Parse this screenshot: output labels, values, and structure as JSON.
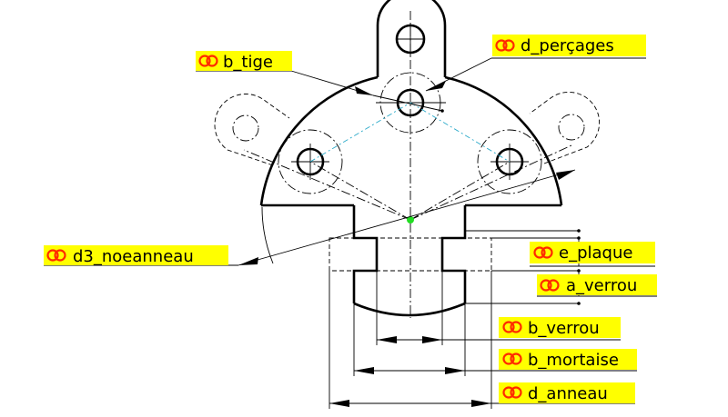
{
  "labels": {
    "b_tige": "b_tige",
    "d_percages": "d_perçages",
    "d3_noeanneau": "d3_noeanneau",
    "e_plaque": "e_plaque",
    "a_verrou": "a_verrou",
    "b_verrou": "b_verrou",
    "b_mortaise": "b_mortaise",
    "d_anneau": "d_anneau"
  },
  "icons": {
    "link_icon": "link-chain-icon"
  },
  "colors": {
    "label_background": "#ffff00",
    "link_icon": "#ff2a00",
    "center_point": "#22dd22",
    "construction_line": "#2aa9c9"
  }
}
